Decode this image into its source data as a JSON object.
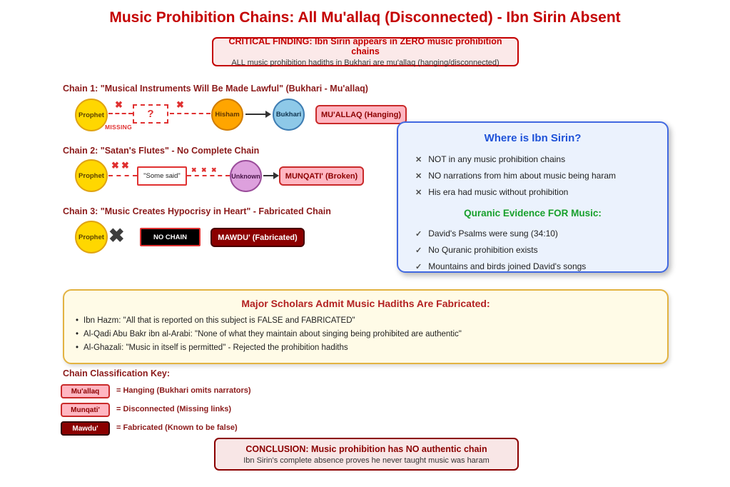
{
  "title": "Music Prohibition Chains: All Mu'allaq (Disconnected) - Ibn Sirin Absent",
  "icons": {
    "x_heavy": "✖",
    "x_mark": "✕",
    "check_mark": "✓",
    "bullet": "•"
  },
  "critical": {
    "line1": "CRITICAL FINDING: Ibn Sirin appears in ZERO music prohibition chains",
    "line2": "ALL music prohibition hadiths in Bukhari are mu'allaq (hanging/disconnected)"
  },
  "chain1": {
    "heading": "Chain 1: \"Musical Instruments Will Be Made Lawful\" (Bukhari - Mu'allaq)",
    "prophet": "Prophet",
    "missing_box": "?",
    "missing_label": "MISSING",
    "hisham": "Hisham",
    "bukhari": "Bukhari",
    "badge": "MU'ALLAQ (Hanging)"
  },
  "chain2": {
    "heading": "Chain 2: \"Satan's Flutes\" - No Complete Chain",
    "prophet": "Prophet",
    "some_said": "\"Some said\"",
    "unknown": "Unknown",
    "badge": "MUNQATI' (Broken)"
  },
  "chain3": {
    "heading": "Chain 3: \"Music Creates Hypocrisy in Heart\" - Fabricated Chain",
    "prophet": "Prophet",
    "no_chain": "NO CHAIN",
    "badge": "MAWDU' (Fabricated)"
  },
  "sirin_panel": {
    "title": "Where is Ibn Sirin?",
    "negatives": [
      "NOT in any music prohibition chains",
      "NO narrations from him about music being haram",
      "His era had music without prohibition"
    ],
    "quran_title": "Quranic Evidence FOR Music:",
    "positives": [
      "David's Psalms were sung (34:10)",
      "No Quranic prohibition exists",
      "Mountains and birds joined David's songs"
    ]
  },
  "scholars": {
    "title": "Major Scholars Admit Music Hadiths Are Fabricated:",
    "bullets": [
      "Ibn Hazm: \"All that is reported on this subject is FALSE and FABRICATED\"",
      "Al-Qadi Abu Bakr ibn al-Arabi: \"None of what they maintain about singing being prohibited are authentic\"",
      "Al-Ghazali: \"Music in itself is permitted\" - Rejected the prohibition hadiths"
    ]
  },
  "key": {
    "heading": "Chain Classification Key:",
    "items": [
      {
        "badge": "Mu'allaq",
        "desc": "= Hanging (Bukhari omits narrators)"
      },
      {
        "badge": "Munqati'",
        "desc": "= Disconnected (Missing links)"
      },
      {
        "badge": "Mawdu'",
        "desc": "= Fabricated (Known to be false)"
      }
    ]
  },
  "conclusion": {
    "line1": "CONCLUSION: Music prohibition has NO authentic chain",
    "line2": "Ibn Sirin's complete absence proves he never taught music was haram"
  },
  "colors": {
    "title_red": "#C40000",
    "heading_maroon": "#8B1A1A",
    "broken_red": "#E03131",
    "badge_pink": "#FFB6C1",
    "badge_dark_red": "#8B0000",
    "node_gold": "#FFD700",
    "node_orange": "#FFA500",
    "node_blue": "#8EC9E8",
    "node_plum": "#DDA0DD",
    "panel_blue": "#4169E1",
    "panel_title_blue": "#1E52D8",
    "green": "#18A02C",
    "scholar_gold": "#E3B341"
  }
}
